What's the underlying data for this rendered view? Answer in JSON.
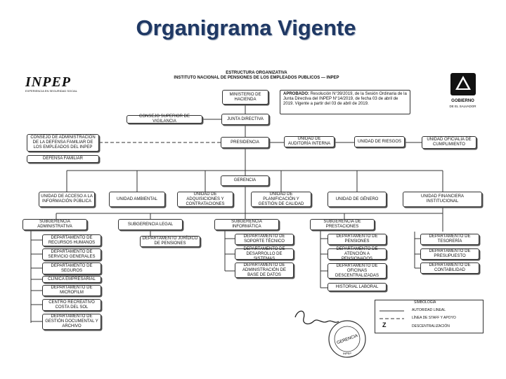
{
  "slide": {
    "title": "Organigrama Vigente"
  },
  "logo": {
    "text": "INPEP",
    "subtitle": "EXPERIENCIA EN SEGURIDAD SOCIAL"
  },
  "gobierno": {
    "line1": "GOBIERNO",
    "line2": "DE EL SALVADOR"
  },
  "header": {
    "line1": "ESTRUCTURA ORGANIZATIVA",
    "line2": "INSTITUTO NACIONAL DE PENSIONES DE LOS EMPLEADOS PUBLICOS — INPEP"
  },
  "approved": {
    "label": "APROBADO:",
    "text": " Resolución N°39/2019, de la Sesión Ordinaria de la Junta Directiva del INPEP N°14/2019, de fecha 03 de abril de 2019. Vigente a partir del 03 de abril de 2019."
  },
  "org": {
    "ministerio": "MINISTERIO DE HACIENDA",
    "consejo_vigilancia": "CONSEJO SUPERIOR DE VIGILANCIA",
    "junta": "JUNTA DIRECTIVA",
    "consejo_admin": "CONSEJO DE ADMINISTRACIÓN DE LA DEFENSA FAMILIAR DE LOS EMPLEADOS DEL INPEP",
    "defensa": "DEFENSA FAMILIAR",
    "presidencia": "PRESIDENCIA",
    "auditoria": "UNIDAD DE AUDITORÍA INTERNA",
    "riesgos": "UNIDAD DE RIESGOS",
    "cumplimiento": "UNIDAD OFICIALÍA DE CUMPLIMIENTO",
    "gerencia": "GERENCIA",
    "acceso": "UNIDAD DE ACCESO A LA INFORMACIÓN PÚBLICA",
    "ambiental": "UNIDAD AMBIENTAL",
    "adquisiciones": "UNIDAD DE ADQUISICIONES Y CONTRATACIONES",
    "planificacion": "UNIDAD DE PLANIFICACIÓN Y GESTIÓN DE CALIDAD",
    "genero": "UNIDAD DE GÉNERO",
    "financiera": "UNIDAD FINANCIERA INSTITUCIONAL",
    "sub_admin": "SUBGERENCIA ADMINISTRATIVA",
    "sub_legal": "SUBGERENCIA LEGAL",
    "sub_info": "SUBGERENCIA INFORMÁTICA",
    "sub_prest": "SUBGERENCIA DE PRESTACIONES",
    "rrhh": "DEPARTAMENTO DE RECURSOS HUMANOS",
    "servicios": "DEPARTAMENTO DE SERVICIO GENERALES",
    "seguros": "DEPARTAMENTO DE SEGUROS",
    "clinica": "CLÍNICA EMPRESARIAL",
    "microfilm": "DEPARTAMENTO DE MICROFILM",
    "centro": "CENTRO RECREATIVO COSTA DEL SOL",
    "gestion_doc": "DEPARTAMENTO DE GESTIÓN DOCUMENTAL Y ARCHIVO",
    "juridico": "DEPARTAMENTO JURÍDICO DE PENSIONES",
    "soporte": "DEPARTAMENTO DE SOPORTE TÉCNICO",
    "desarrollo": "DEPARTAMENTO DE DESARROLLO DE SISTEMAS",
    "base_datos": "DEPARTAMENTO DE ADMINISTRACIÓN DE BASE DE DATOS",
    "pensiones": "DEPARTAMENTO DE PENSIONES",
    "atencion": "DEPARTAMENTO DE ATENCIÓN A PENSIONADOS",
    "oficinas": "DEPARTAMENTO DE OFICINAS DESCENTRALIZADAS",
    "historial": "HISTORIAL LABORAL",
    "tesoreria": "DEPARTAMENTO DE TESORERÍA",
    "presupuesto": "DEPARTAMENTO DE PRESUPUESTO",
    "contabilidad": "DEPARTAMENTO DE CONTABILIDAD"
  },
  "legend": {
    "title": "SIMBOLOGÍA",
    "linea": "AUTORIDAD LINEAL",
    "staff": "LÍNEA DE STAFF Y APOYO",
    "desc": "DESCENTRALIZACIÓN"
  },
  "stamp": {
    "text": "GERENCIA",
    "ring": "INPEP"
  }
}
